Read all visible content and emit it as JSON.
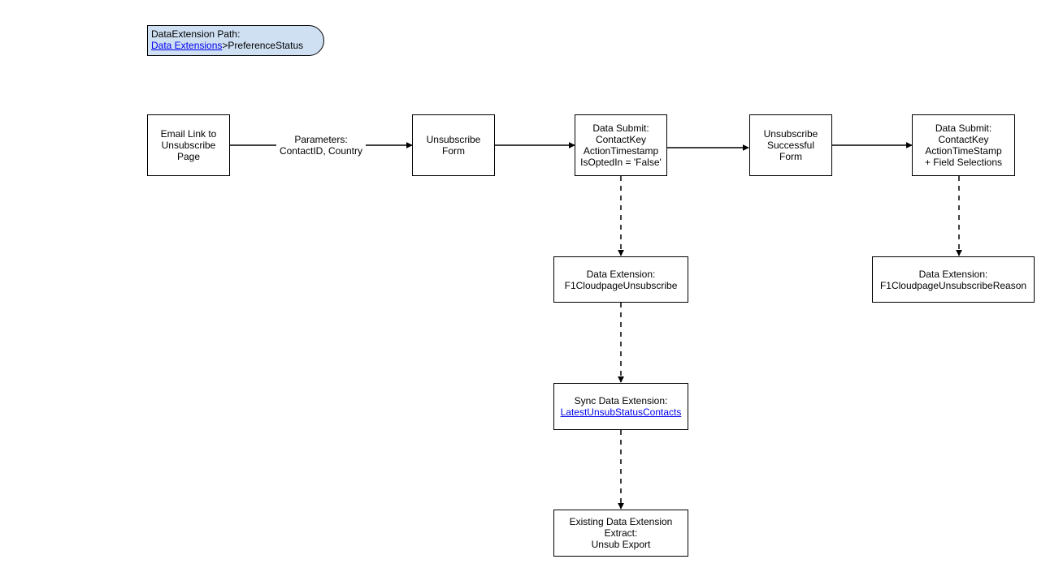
{
  "path_box": {
    "title": "DataExtension Path:",
    "link_text": "Data Extensions",
    "suffix": ">PreferenceStatus"
  },
  "nodes": {
    "email_link": {
      "lines": [
        "Email Link to",
        "Unsubscribe",
        "Page"
      ]
    },
    "unsub_form": {
      "lines": [
        "Unsubscribe",
        "Form"
      ]
    },
    "data_submit_1": {
      "lines": [
        "Data Submit:",
        "ContactKey",
        "ActionTimestamp",
        "IsOptedIn = 'False'"
      ]
    },
    "unsub_success": {
      "lines": [
        "Unsubscribe",
        "Successful",
        "Form"
      ]
    },
    "data_submit_2": {
      "lines": [
        "Data Submit:",
        "ContactKey",
        "ActionTimeStamp",
        "+ Field Selections"
      ]
    },
    "de_unsub": {
      "lines": [
        "Data Extension:",
        "F1CloudpageUnsubscribe"
      ]
    },
    "de_reason": {
      "lines": [
        "Data Extension:",
        "F1CloudpageUnsubscribeReason"
      ]
    },
    "sync_de": {
      "title": "Sync Data Extension:",
      "link_text": "LatestUnsubStatusContacts"
    },
    "extract": {
      "lines": [
        "Existing Data Extension",
        "Extract:",
        "Unsub Export"
      ]
    }
  },
  "edge_labels": {
    "parameters": [
      "Parameters:",
      "ContactID, Country"
    ]
  }
}
